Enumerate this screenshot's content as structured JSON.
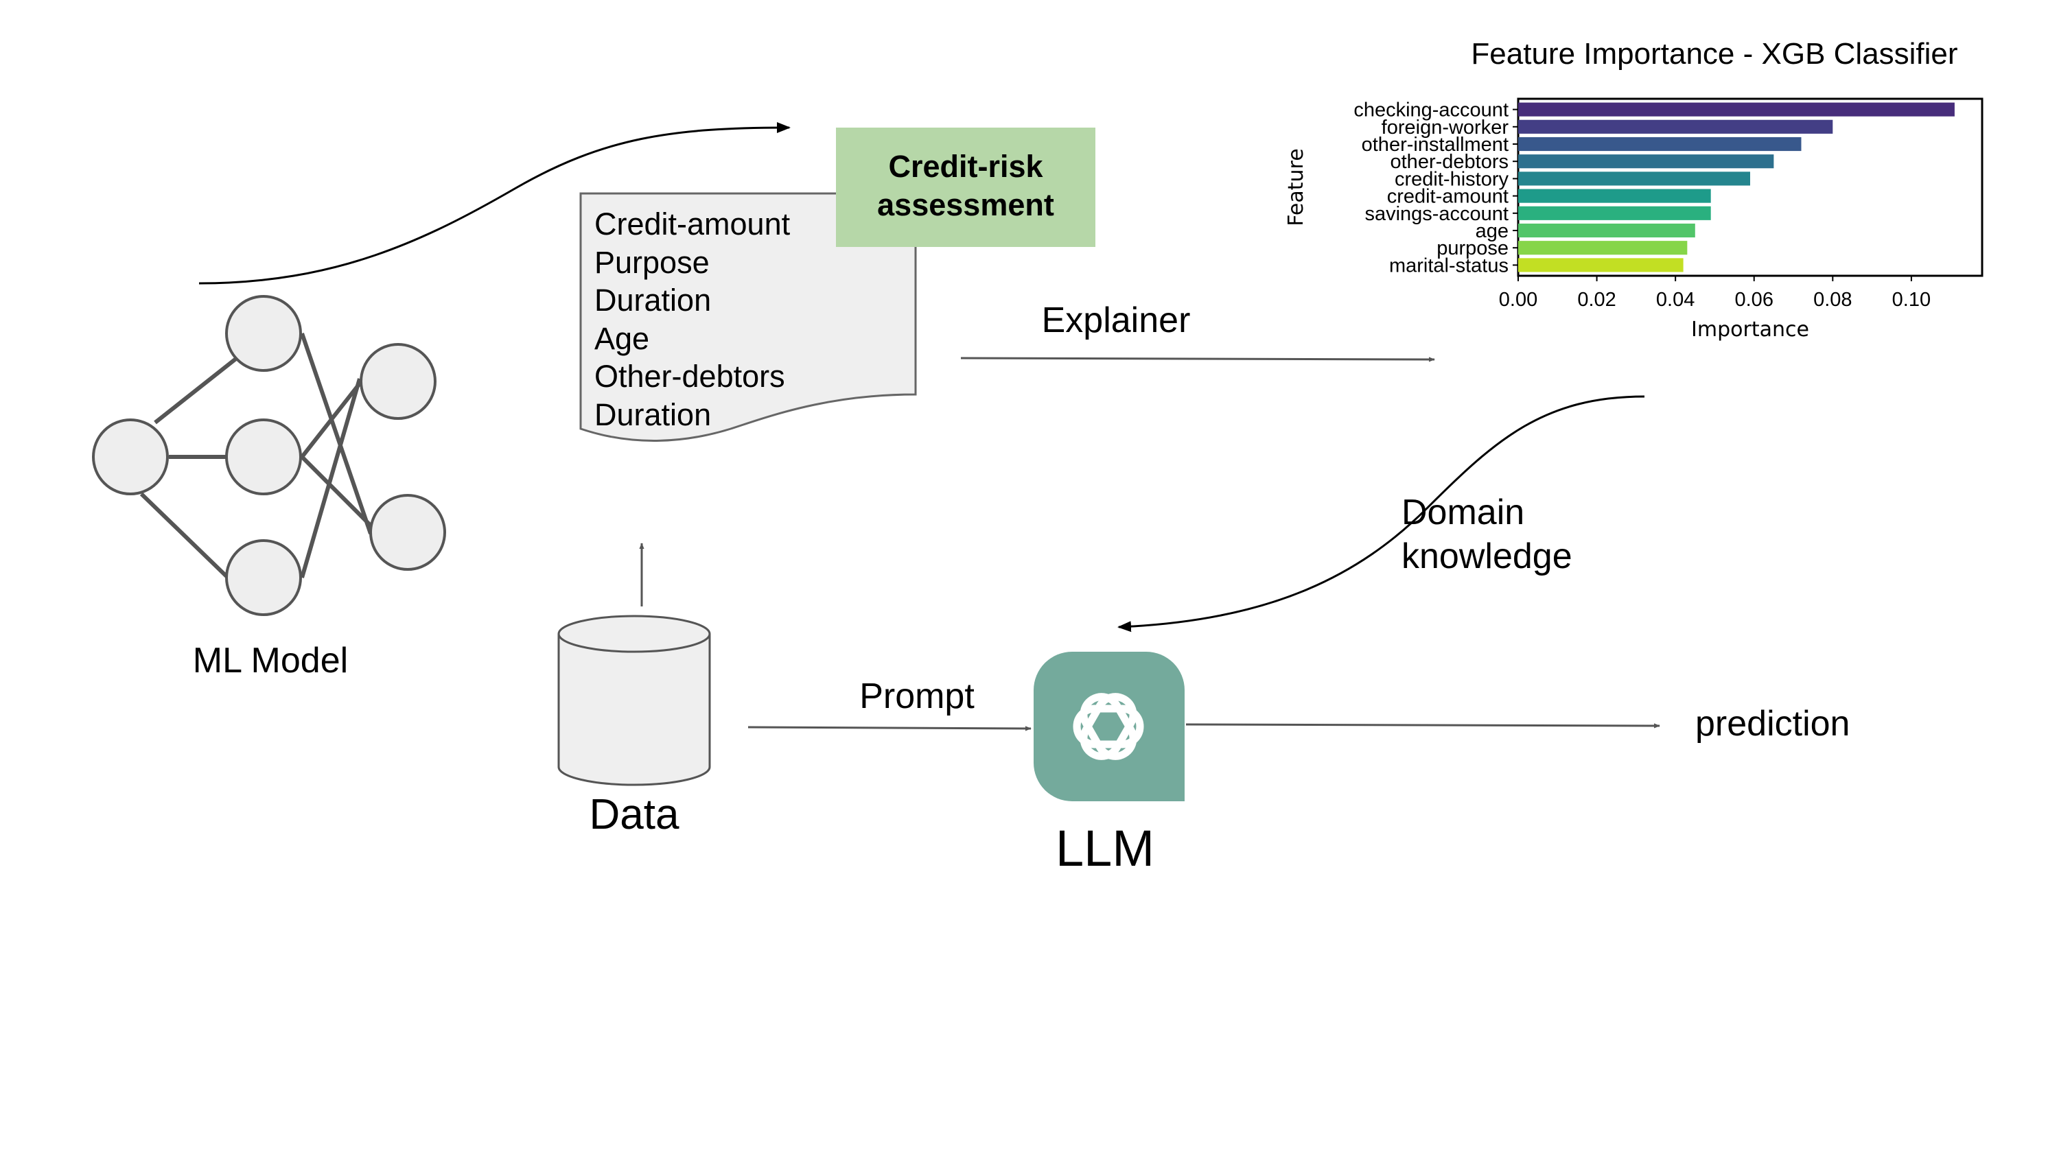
{
  "colors": {
    "node_fill": "#eeeeee",
    "node_stroke": "#555555",
    "badge_fill": "#b6d7a8",
    "llm_fill": "#74aa9c",
    "doc_fill": "#efefef",
    "arrow": "#555555"
  },
  "ml_model": {
    "label": "ML Model"
  },
  "data_store": {
    "label": "Data"
  },
  "llm": {
    "label": "LLM",
    "icon": "openai-knot-icon"
  },
  "document": {
    "badge_line1": "Credit-risk",
    "badge_line2": "assessment",
    "lines": [
      "Credit-amount",
      "Purpose",
      "Duration",
      "Age",
      "Other-debtors",
      "Duration"
    ]
  },
  "edges": {
    "explainer": "Explainer",
    "domain_line1": "Domain",
    "domain_line2": "knowledge",
    "prompt": "Prompt",
    "prediction": "prediction"
  },
  "chart_data": {
    "type": "bar",
    "orientation": "horizontal",
    "title": "Feature Importance -  XGB Classifier",
    "xlabel": "Importance",
    "ylabel": "Feature",
    "xlim": [
      0,
      0.118
    ],
    "xticks": [
      "0.00",
      "0.02",
      "0.04",
      "0.06",
      "0.08",
      "0.10"
    ],
    "xtick_values": [
      0,
      0.02,
      0.04,
      0.06,
      0.08,
      0.1
    ],
    "categories": [
      "checking-account",
      "foreign-worker",
      "other-installment",
      "other-debtors",
      "credit-history",
      "credit-amount",
      "savings-account",
      "age",
      "purpose",
      "marital-status"
    ],
    "values": [
      0.111,
      0.08,
      0.072,
      0.065,
      0.059,
      0.049,
      0.049,
      0.045,
      0.043,
      0.042
    ],
    "colors": [
      "#472d7b",
      "#433e85",
      "#38588c",
      "#2d708e",
      "#25858e",
      "#1e9b8a",
      "#2ab07f",
      "#52c569",
      "#86d549",
      "#c2df23"
    ]
  }
}
